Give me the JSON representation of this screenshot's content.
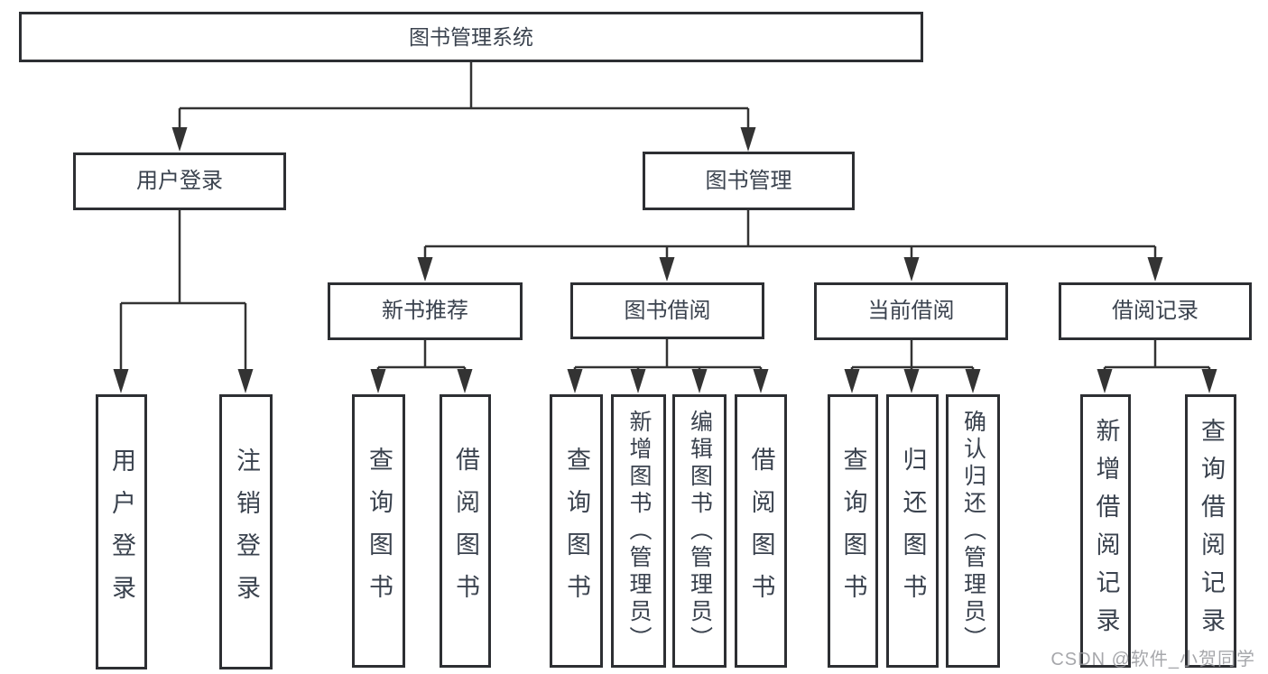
{
  "tree": {
    "label": "图书管理系统",
    "children": [
      {
        "label": "用户登录",
        "children": [
          {
            "label": "用户登录"
          },
          {
            "label": "注销登录"
          }
        ]
      },
      {
        "label": "图书管理",
        "children": [
          {
            "label": "新书推荐",
            "children": [
              {
                "label": "查询图书"
              },
              {
                "label": "借阅图书"
              }
            ]
          },
          {
            "label": "图书借阅",
            "children": [
              {
                "label": "查询图书"
              },
              {
                "label": "新增图书（管理员）"
              },
              {
                "label": "编辑图书（管理员）"
              },
              {
                "label": "借阅图书"
              }
            ]
          },
          {
            "label": "当前借阅",
            "children": [
              {
                "label": "查询图书"
              },
              {
                "label": "归还图书"
              },
              {
                "label": "确认归还（管理员）"
              }
            ]
          },
          {
            "label": "借阅记录",
            "children": [
              {
                "label": "新增借阅记录"
              },
              {
                "label": "查询借阅记录"
              }
            ]
          }
        ]
      }
    ]
  },
  "watermark": {
    "text": "CSDN @软件_小贺同学"
  },
  "colors": {
    "line": "#333333",
    "box_border": "#2d2f33",
    "text": "#3a424e",
    "watermark": "#96989c",
    "background": "#ffffff"
  }
}
